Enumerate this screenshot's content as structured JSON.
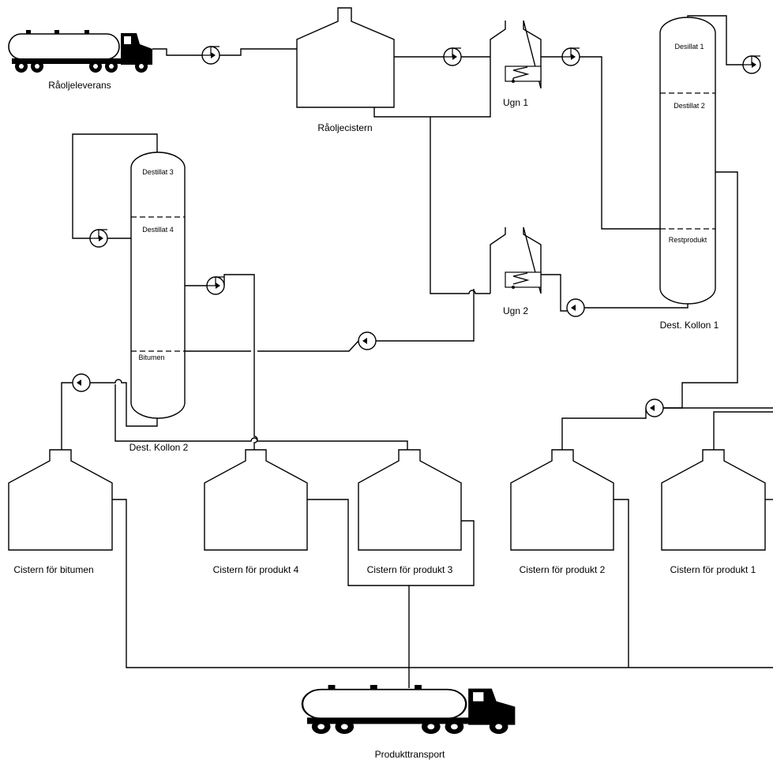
{
  "labels": {
    "crude_delivery": "Råoljeleverans",
    "crude_tank": "Råoljecistern",
    "furnace_1": "Ugn 1",
    "furnace_2": "Ugn 2",
    "column_1": "Dest. Kollon 1",
    "column_2": "Dest. Kollon 2",
    "tank_bitumen": "Cistern för  bitumen",
    "tank_p4": "Cistern för produkt 4",
    "tank_p3": "Cistern för produkt 3",
    "tank_p2": "Cistern för produkt 2",
    "tank_p1": "Cistern för produkt 1",
    "product_transport": "Produkttransport"
  },
  "column_1": {
    "top": "Desillat 1",
    "mid": "Destillat 2",
    "bottom": "Restprodukt"
  },
  "column_2": {
    "top": "Destillat 3",
    "mid": "Destillat 4",
    "bottom": "Bitumen"
  },
  "icons": {
    "pump": "pump-icon",
    "truck": "tanker-truck-icon",
    "heater": "heating-coil-icon"
  }
}
